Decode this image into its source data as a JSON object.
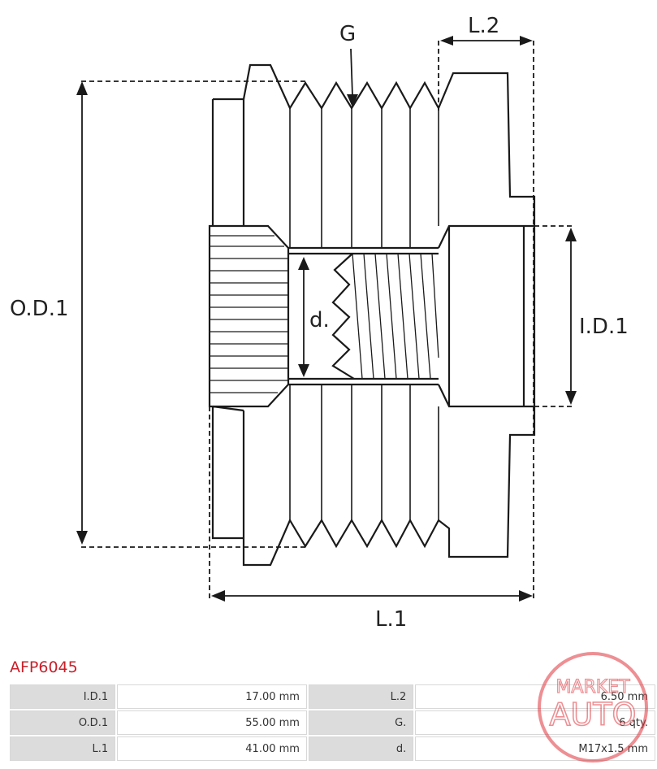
{
  "part_code": "AFP6045",
  "labels": {
    "groove": "G",
    "length2": "L.2",
    "outer_diameter": "O.D.1",
    "inner_diameter": "I.D.1",
    "thread_diameter": "d.",
    "length1": "L.1"
  },
  "specs": [
    {
      "k1": "I.D.1",
      "v1": "17.00 mm",
      "k2": "L.2",
      "v2": "6.50 mm"
    },
    {
      "k1": "O.D.1",
      "v1": "55.00 mm",
      "k2": "G.",
      "v2": "6 qty."
    },
    {
      "k1": "L.1",
      "v1": "41.00 mm",
      "k2": "d.",
      "v2": "M17x1.5 mm"
    }
  ],
  "watermark": {
    "top": "MARKET",
    "bottom": "AUTO",
    "color": "#e0343c"
  }
}
